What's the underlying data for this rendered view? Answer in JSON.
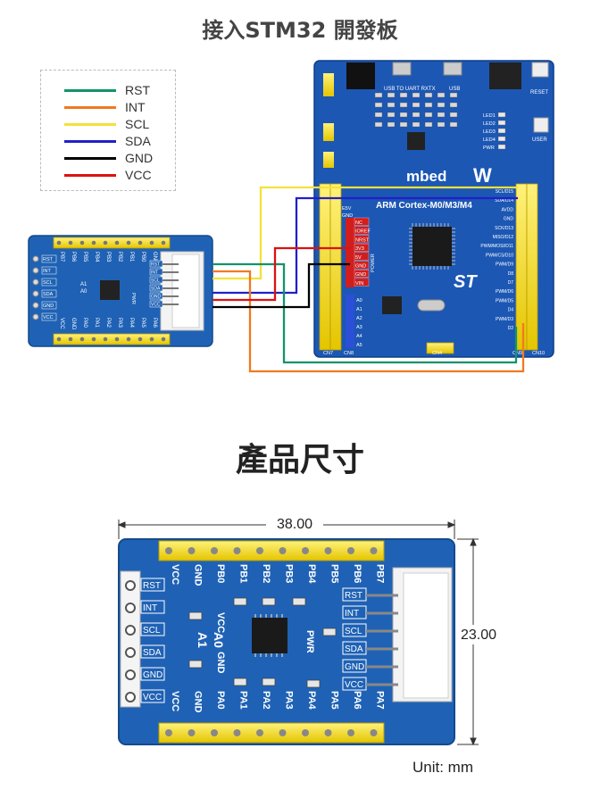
{
  "title_top": "接入STM32 開發板",
  "title_dimensions": "產品尺寸",
  "legend": [
    {
      "label": "RST",
      "color": "#12946a"
    },
    {
      "label": "INT",
      "color": "#f07a20"
    },
    {
      "label": "SCL",
      "color": "#f2e23a"
    },
    {
      "label": "SDA",
      "color": "#2020c8"
    },
    {
      "label": "GND",
      "color": "#000000"
    },
    {
      "label": "VCC",
      "color": "#dd1111"
    }
  ],
  "module_small": {
    "top_pins": [
      "PB7",
      "PB6",
      "PB5",
      "PB4",
      "PB3",
      "PB2",
      "PB1",
      "PB0",
      "GND",
      "VCC"
    ],
    "bottom_pins": [
      "VCC",
      "GND",
      "PA0",
      "PA1",
      "PA2",
      "PA3",
      "PA4",
      "PA5",
      "PA6",
      "PA7"
    ],
    "left_labels": [
      "RST",
      "INT",
      "SCL",
      "SDA",
      "GND",
      "VCC"
    ],
    "right_labels": [
      "RST",
      "INT",
      "SCL",
      "SDA",
      "GND",
      "VCC"
    ],
    "chip_labels": [
      "A1",
      "A0"
    ],
    "pwr_label": "PWR"
  },
  "board": {
    "brand": "mbed",
    "subtitle": "ARM Cortex-M0/M3/M4",
    "top_labels": [
      "USB TO UART RXTX",
      "USB",
      "RESET",
      "USER"
    ],
    "left_header_label_a": "E5V",
    "left_header_label_b": "GND",
    "power_pins": [
      "NC",
      "IOREF",
      "NRST",
      "3V3",
      "5V",
      "GND",
      "GND",
      "VIN"
    ],
    "analog_pins": [
      "A0",
      "A1",
      "A2",
      "A3",
      "A4",
      "A5"
    ],
    "right_pins": [
      "SCL/D15",
      "SDA/D14",
      "AVDD",
      "GND",
      "SCK/D13",
      "MISO/D12",
      "PWM/MOSI/D11",
      "PWM/CS/D10",
      "PWM/D9",
      "D8",
      "D7",
      "PWM/D6",
      "PWM/D5",
      "D4",
      "PWM/D3",
      "D2"
    ],
    "leds": [
      "LED1",
      "LED2",
      "LED3",
      "LED4",
      "PWR"
    ],
    "bottom_labels": [
      "CN7",
      "CN8",
      "CN4",
      "CN9",
      "CN10"
    ],
    "power_label": "POWER",
    "logo": "ST"
  },
  "module_large": {
    "top_pins": [
      "VCC",
      "GND",
      "PB0",
      "PB1",
      "PB2",
      "PB3",
      "PB4",
      "PB5",
      "PB6",
      "PB7"
    ],
    "bottom_pins": [
      "VCC",
      "GND",
      "PA0",
      "PA1",
      "PA2",
      "PA3",
      "PA4",
      "PA5",
      "PA6",
      "PA7"
    ],
    "left_labels": [
      "RST",
      "INT",
      "SCL",
      "SDA",
      "GND",
      "VCC"
    ],
    "right_labels": [
      "RST",
      "INT",
      "SCL",
      "SDA",
      "GND",
      "VCC"
    ],
    "mid_labels": [
      "VCC",
      "GND",
      "A0",
      "A1"
    ],
    "pwr_label": "PWR"
  },
  "dimensions": {
    "width": "38.00",
    "height": "23.00",
    "unit": "Unit: mm"
  }
}
